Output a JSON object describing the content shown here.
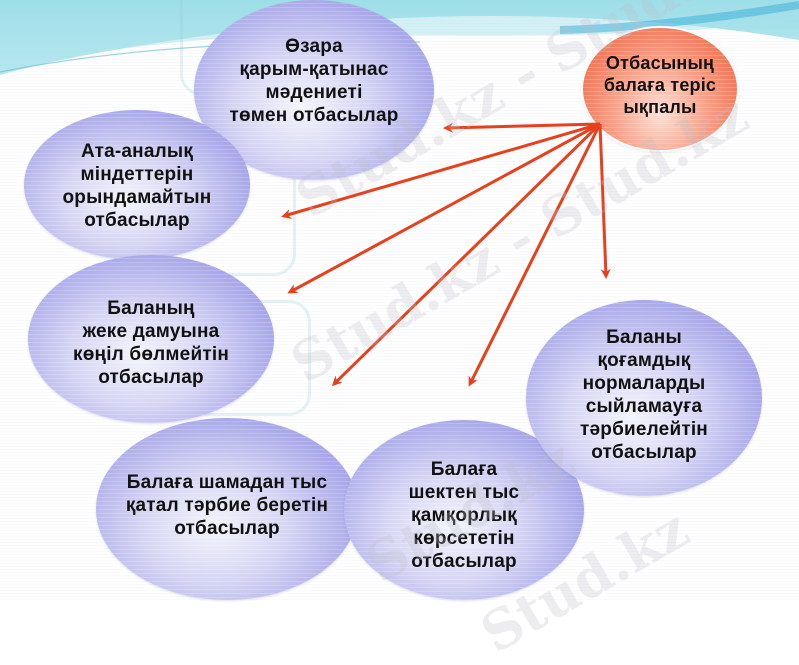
{
  "diagram": {
    "center": {
      "lines": [
        "Отбасының",
        "балаға теріс",
        "ықпалы"
      ]
    },
    "nodes": [
      {
        "id": "low-communication",
        "lines": [
          "Өзара",
          "қарым-қатынас",
          "мәдениеті",
          "төмен отбасылар"
        ]
      },
      {
        "id": "parental-duties",
        "lines": [
          "Ата-аналық",
          "міндеттерін",
          "орындамайтын",
          "отбасылар"
        ]
      },
      {
        "id": "personal-development",
        "lines": [
          "Баланың",
          "жеке дамуына",
          "көңіл бөлмейтін",
          "отбасылар"
        ]
      },
      {
        "id": "harsh-upbringing",
        "lines": [
          "Балаға шамадан тыс",
          "қатал тәрбие беретін",
          "отбасылар"
        ]
      },
      {
        "id": "overprotection",
        "lines": [
          "Балаға",
          "шектен тыс",
          "қамқорлық",
          "көрсететін",
          "отбасылар"
        ]
      },
      {
        "id": "disrespect-norms",
        "lines": [
          "Баланы",
          "қоғамдық",
          "нормаларды",
          "сыйламауға",
          "тәрбиелейтін",
          "отбасылар"
        ]
      }
    ],
    "colors": {
      "arrow": "#e8401c",
      "center_fill": "#f07a58",
      "node_fill": "#aaaaea",
      "text": "#111111"
    }
  },
  "watermark": {
    "text": "Stud.kz - Stud.kz",
    "short": "Stud.kz"
  }
}
